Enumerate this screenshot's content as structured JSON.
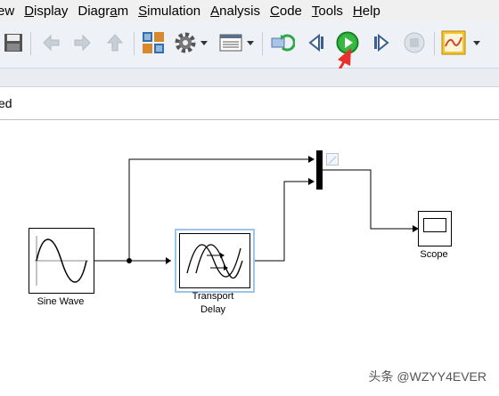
{
  "menu": [
    "ew",
    "Display",
    "Diagram",
    "Simulation",
    "Analysis",
    "Code",
    "Tools",
    "Help"
  ],
  "menu_mnemonic_index": [
    null,
    0,
    5,
    0,
    0,
    0,
    0,
    0
  ],
  "address": {
    "text": "ed"
  },
  "blocks": {
    "sine_wave": "Sine Wave",
    "transport_delay_line1": "Transport",
    "transport_delay_line2": "Delay",
    "scope": "Scope"
  },
  "watermark": "头条 @WZYY4EVER",
  "colors": {
    "run_green": "#1f9d2d",
    "mux_black": "#000000",
    "selected_block_border": "#9fc4ea",
    "signal_line": "#000000"
  },
  "icons": {
    "toolbar": [
      "save-icon",
      "back-arrow-icon",
      "forward-arrow-icon",
      "up-arrow-icon",
      "library-browser-icon",
      "model-settings-icon",
      "model-explorer-icon",
      "update-diagram-icon",
      "step-back-icon",
      "run-icon",
      "step-forward-icon",
      "stop-icon",
      "scope-viewer-icon"
    ]
  }
}
